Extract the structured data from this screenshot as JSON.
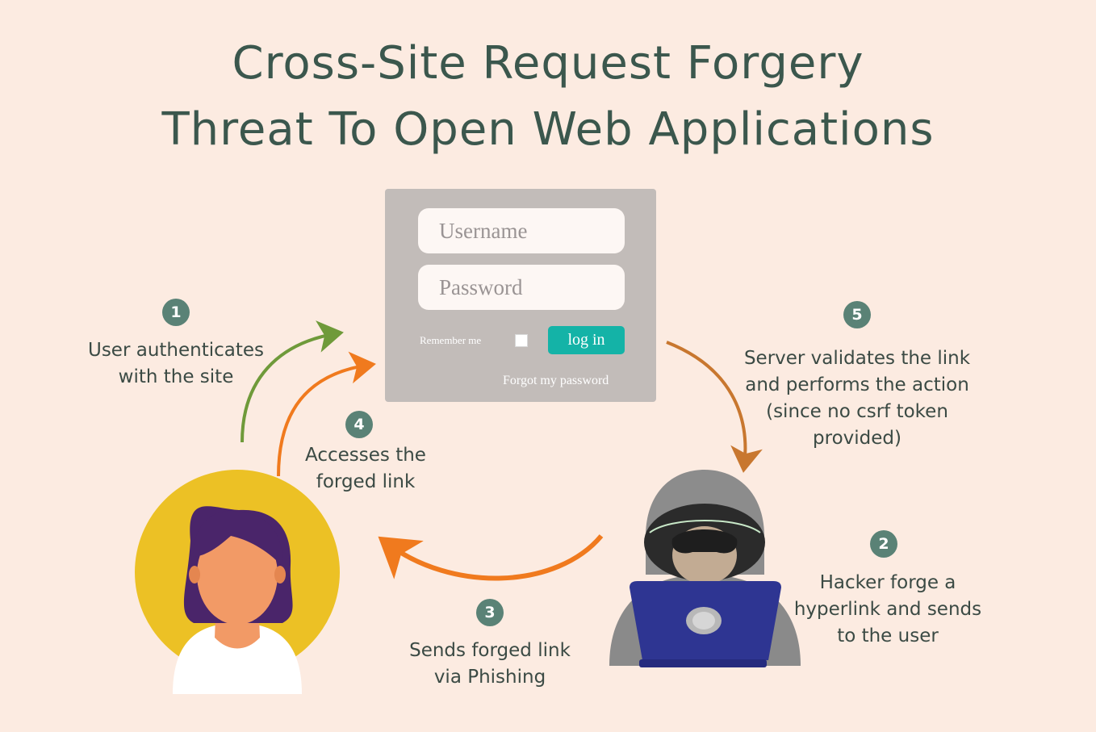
{
  "title": {
    "line1": "Cross-Site Request Forgery",
    "line2": "Threat To Open Web Applications"
  },
  "login_form": {
    "username_placeholder": "Username",
    "password_placeholder": "Password",
    "remember_label": "Remember me",
    "login_button": "log in",
    "forgot_link": "Forgot my password"
  },
  "steps": [
    {
      "number": "1",
      "text": "User authenticates\nwith the site"
    },
    {
      "number": "2",
      "text": "Hacker forge a\nhyperlink and sends\nto the user"
    },
    {
      "number": "3",
      "text": "Sends forged link\nvia Phishing"
    },
    {
      "number": "4",
      "text": "Accesses the\nforged link"
    },
    {
      "number": "5",
      "text": "Server validates the link\nand performs the action\n(since no csrf token\nprovided)"
    }
  ],
  "colors": {
    "background": "#fcebe1",
    "title": "#3b574d",
    "step_badge": "#5a8276",
    "arrow_green": "#6f9a3a",
    "arrow_orange": "#f07a1e",
    "arrow_brown": "#c8772f",
    "login_button": "#14b3a7"
  },
  "icons": {
    "user": "user-avatar-illustration",
    "hacker": "hacker-with-laptop-illustration"
  }
}
